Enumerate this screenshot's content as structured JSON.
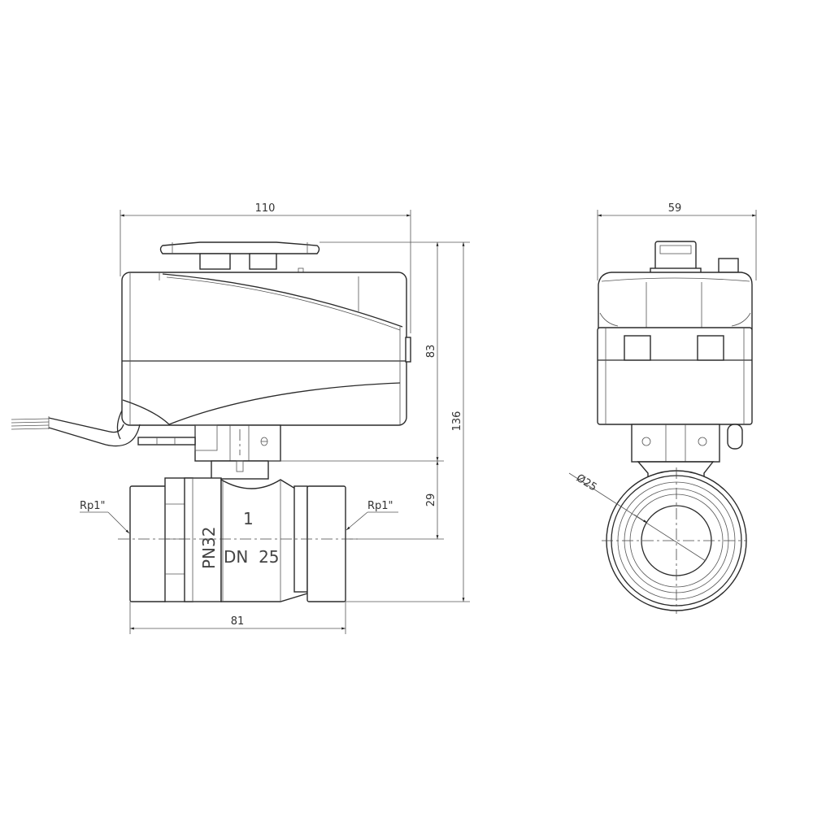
{
  "drawing": {
    "title": "Motorized ball valve DN25 - dimensional drawing",
    "side_view": {
      "dimensions": {
        "overall_width": "110",
        "actuator_height": "83",
        "valve_height": "29",
        "total_height": "136",
        "valve_length": "81"
      },
      "thread_left": "Rp1\"",
      "thread_right": "Rp1\"",
      "body_markings": {
        "pressure": "PN32",
        "flow_mark": "1",
        "nominal_size": "DN  25"
      }
    },
    "end_view": {
      "dimensions": {
        "width": "59",
        "bore_diameter": "Ø25"
      }
    }
  },
  "colors": {
    "line": "#2a2a2a",
    "background": "#ffffff"
  }
}
